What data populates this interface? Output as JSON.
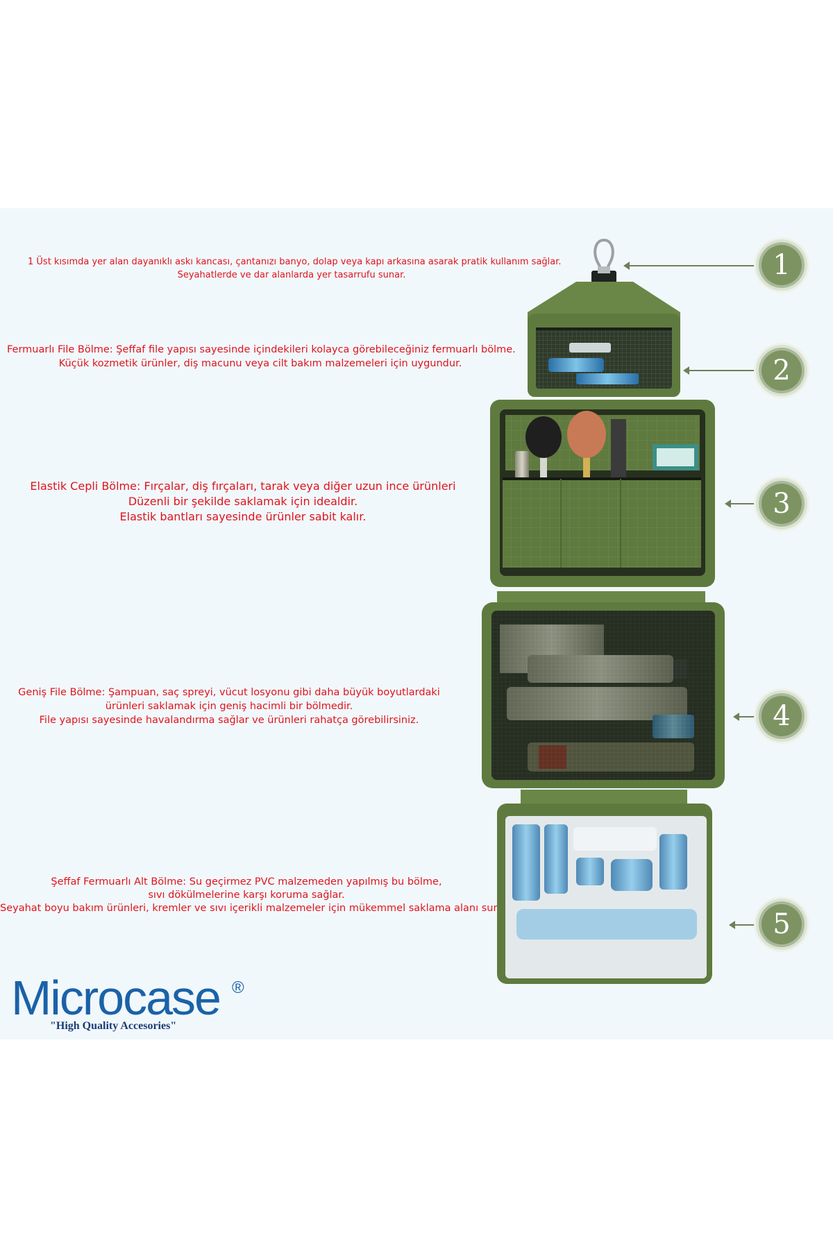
{
  "captions": [
    {
      "lines": [
        "1 Üst kısımda yer alan dayanıklı askı kancası, çantanızı banyo, dolap veya kapı arkasına asarak pratik kullanım sağlar.",
        "Seyahatlerde ve dar alanlarda yer tasarrufu sunar."
      ]
    },
    {
      "lines": [
        "Fermuarlı File Bölme: Şeffaf file yapısı sayesinde içindekileri kolayca görebileceğiniz fermuarlı bölme.",
        "Küçük kozmetik ürünler, diş macunu veya cilt bakım malzemeleri için uygundur."
      ]
    },
    {
      "lines": [
        "Elastik Cepli Bölme: Fırçalar, diş fırçaları, tarak veya diğer uzun ince ürünleri",
        "Düzenli bir şekilde saklamak için idealdir.",
        "Elastik bantları sayesinde ürünler sabit kalır."
      ]
    },
    {
      "lines": [
        "Geniş File Bölme: Şampuan, saç spreyi, vücut losyonu gibi daha büyük boyutlardaki",
        "ürünleri saklamak için geniş hacimli bir bölmedir.",
        "File yapısı sayesinde havalandırma sağlar ve ürünleri rahatça görebilirsiniz."
      ]
    },
    {
      "lines": [
        "Şeffaf Fermuarlı Alt Bölme: Su geçirmez PVC malzemeden yapılmış bu bölme,",
        "sıvı dökülmelerine karşı koruma sağlar.",
        "Seyahat boyu bakım ürünleri, kremler ve sıvı içerikli malzemeler için mükemmel saklama alanı sunar."
      ]
    }
  ],
  "badges": [
    "1",
    "2",
    "3",
    "4",
    "5"
  ],
  "brand": {
    "name": "Microcase",
    "registered": "®",
    "tagline": "\"High Quality Accesories\""
  },
  "colors": {
    "caption": "#e0141e",
    "brand": "#1a62a8",
    "bag_green": "#5d7440",
    "badge": "#7d9462",
    "panel_bg": "#f1f8fb"
  }
}
